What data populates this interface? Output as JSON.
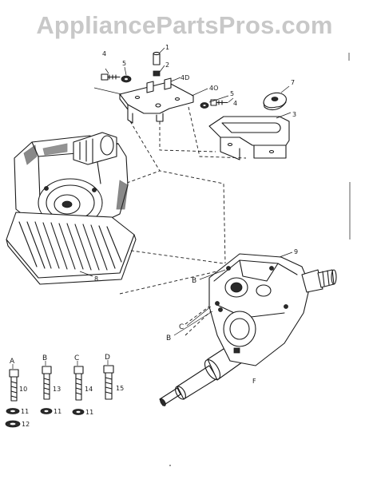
{
  "watermark": "AppliancePartsPros.com",
  "callouts": {
    "c1": "1",
    "c2": "2",
    "c3": "3",
    "c4a": "4",
    "c4b": "4",
    "c5a": "5",
    "c5b": "5",
    "c7": "7",
    "c8": "8",
    "c9": "9",
    "c10": "10",
    "c11a": "11",
    "c11b": "11",
    "c11c": "11",
    "c12": "12",
    "c13": "13",
    "c14": "14",
    "c15": "15",
    "cF": "F",
    "cB1": "B",
    "cB2": "B",
    "cC": "C",
    "c4D": "4D",
    "c4O": "4O"
  },
  "bolt_letters": {
    "a": "A",
    "b": "B",
    "c": "C",
    "d": "D"
  }
}
